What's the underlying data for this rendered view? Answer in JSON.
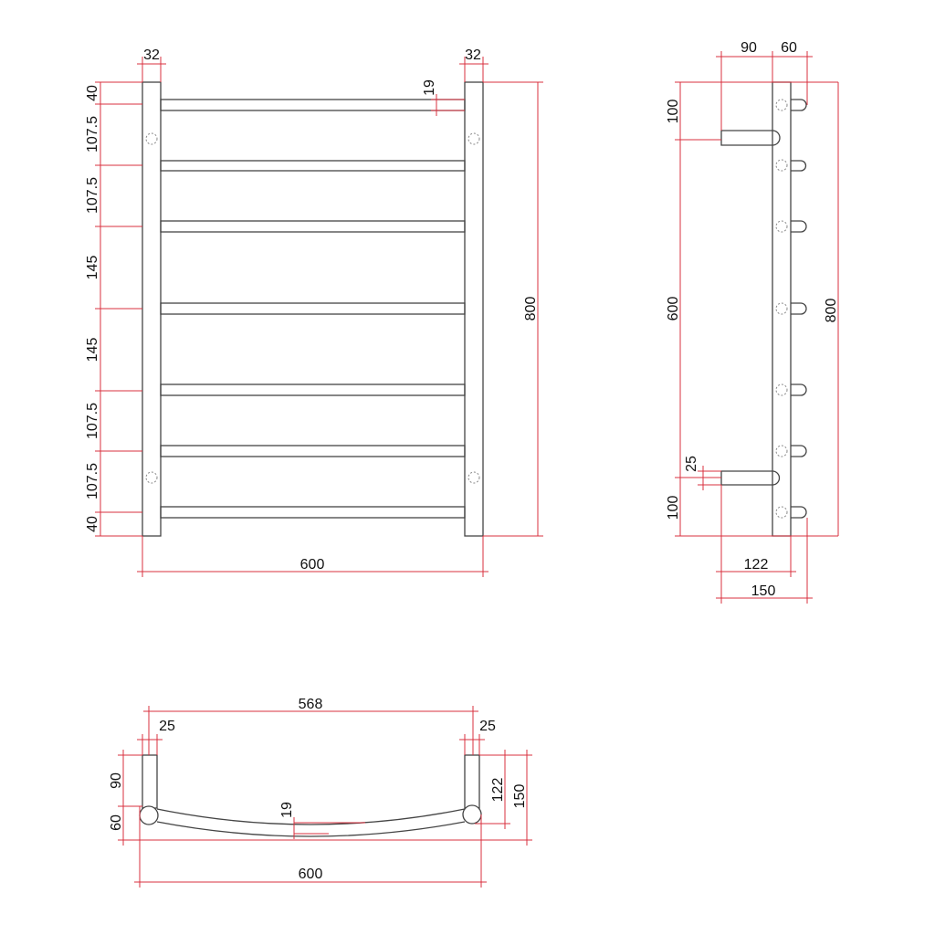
{
  "front_view": {
    "post_width_left": "32",
    "post_width_right": "32",
    "rail_diameter": "19",
    "spacings": [
      "40",
      "107.5",
      "107.5",
      "145",
      "145",
      "107.5",
      "107.5",
      "40"
    ],
    "overall_height": "800",
    "overall_width": "600"
  },
  "side_view": {
    "bracket_depth": "90",
    "rail_offset": "60",
    "top_bracket": "100",
    "bracket_span": "600",
    "bottom_bracket": "100",
    "bracket_thickness": "25",
    "overall_height": "800",
    "depth_to_post": "122",
    "overall_depth": "150"
  },
  "top_view": {
    "centers": "568",
    "post_left": "25",
    "post_right": "25",
    "bracket_depth": "90",
    "rail_offset": "60",
    "rail_diameter": "19",
    "overall_width": "600",
    "depth_to_post": "122",
    "overall_depth": "150"
  },
  "colors": {
    "outline": "#444444",
    "dimension": "#d9303f"
  }
}
